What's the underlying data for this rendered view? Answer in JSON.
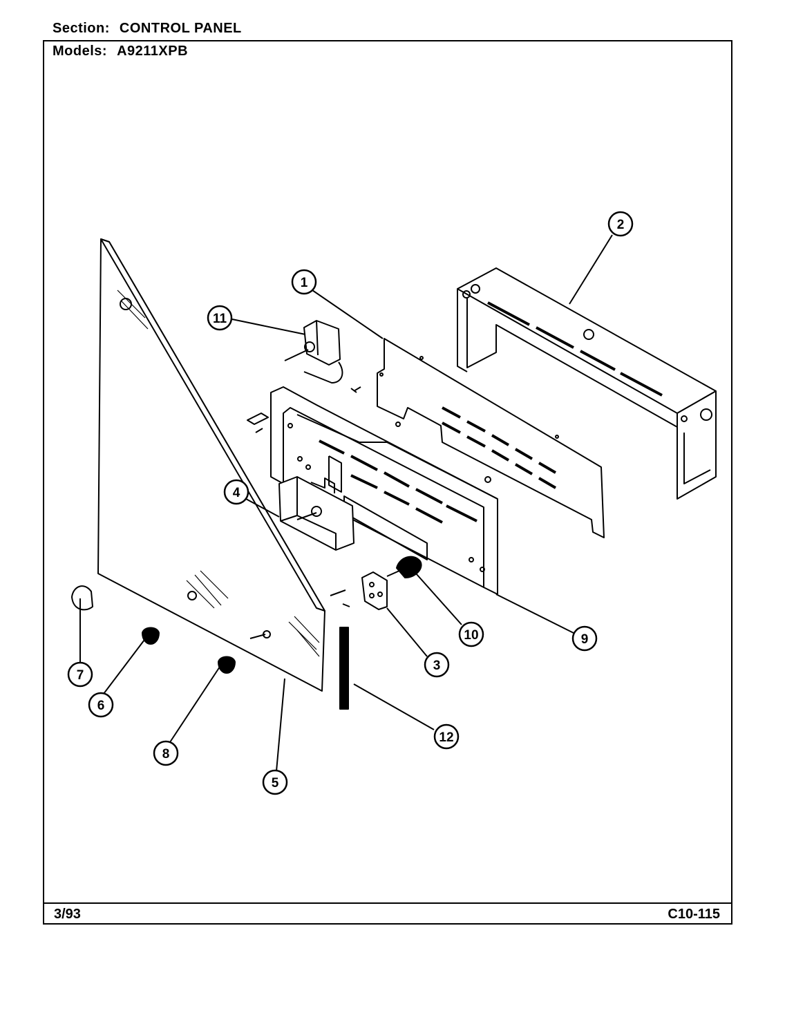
{
  "header": {
    "section_label": "Section:",
    "section_value": "CONTROL PANEL",
    "models_label": "Models:",
    "models_value": "A9211XPB"
  },
  "footer": {
    "date": "3/93",
    "page_code": "C10-115"
  },
  "callouts": [
    "1",
    "2",
    "3",
    "4",
    "5",
    "6",
    "7",
    "8",
    "9",
    "10",
    "11",
    "12"
  ],
  "colors": {
    "ink": "#000000",
    "paper": "#ffffff"
  }
}
